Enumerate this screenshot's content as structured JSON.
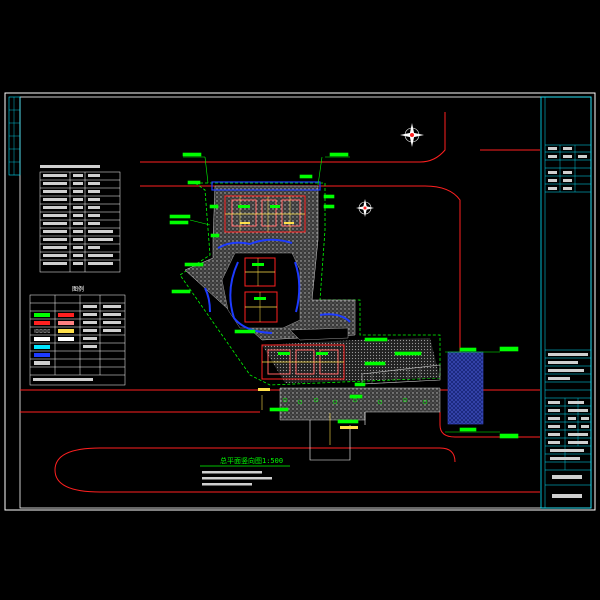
{
  "drawing": {
    "title": "总平面竖向图",
    "scale": "1:500"
  },
  "title_block": {
    "project_name": "",
    "drawing_name": "",
    "sheet_no": ""
  },
  "legend": {
    "title": "图例"
  },
  "colors": {
    "background": "#000000",
    "frame": "#ffffff",
    "road": "#ff2020",
    "building": "#ff2020",
    "annotation": "#00ff00",
    "table": "#ffffff",
    "title_block_line": "#00e5ff",
    "hatch": "#b4b4b4",
    "water": "#2a3aa8",
    "curve": "#1d3bff"
  }
}
